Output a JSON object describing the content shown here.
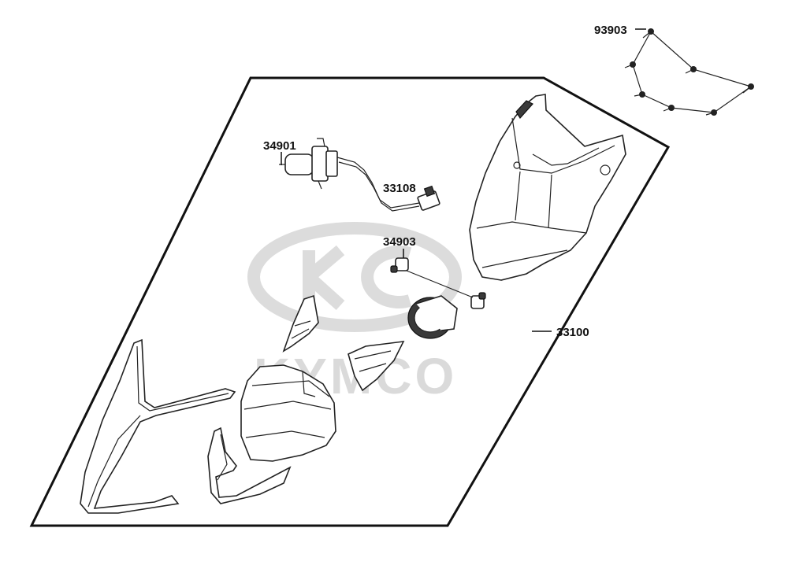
{
  "diagram": {
    "part_labels": {
      "bolt": "93903",
      "bulb": "34901",
      "socket_harness": "33108",
      "position_bulb": "34903",
      "headlight_assembly": "33100"
    },
    "watermark": {
      "brand_text": "KYMCO"
    }
  }
}
